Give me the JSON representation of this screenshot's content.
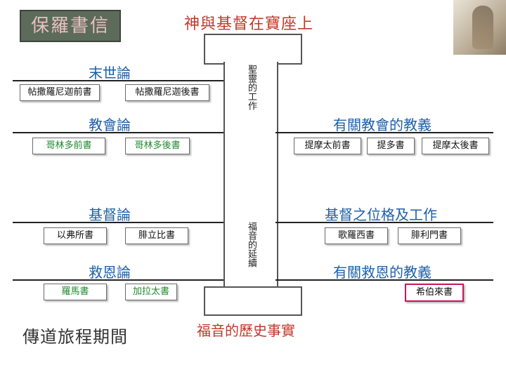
{
  "title": "保羅書信",
  "top_title": "神與基督在寶座上",
  "pillar_top_text": "聖靈的工作",
  "pillar_mid_text": "福音的延續",
  "bottom_left": "傳道旅程期間",
  "bottom_center": "福音的歷史事實",
  "sections": {
    "eschatology": "末世論",
    "ecclesiology": "教會論",
    "christology": "基督論",
    "soteriology": "救恩論",
    "church_teaching": "有關教會的教義",
    "christ_person_work": "基督之位格及工作",
    "salvation_teaching": "有關救恩的教義"
  },
  "books": {
    "thess1": "帖撒羅尼迦前書",
    "thess2": "帖撒羅尼迦後書",
    "cor1": "哥林多前書",
    "cor2": "哥林多後書",
    "eph": "以弗所書",
    "phil": "腓立比書",
    "rom": "羅馬書",
    "gal": "加拉太書",
    "tim1": "提摩太前書",
    "titus": "提多書",
    "tim2": "提摩太後書",
    "col": "歌羅西書",
    "phlm": "腓利門書",
    "heb": "希伯來書"
  },
  "colors": {
    "title_bg": "#5c6b5a",
    "section": "#1f5fa8",
    "accent_red": "#c0392b",
    "book_green": "#1f8a2e",
    "heb_border": "#c2185b"
  }
}
